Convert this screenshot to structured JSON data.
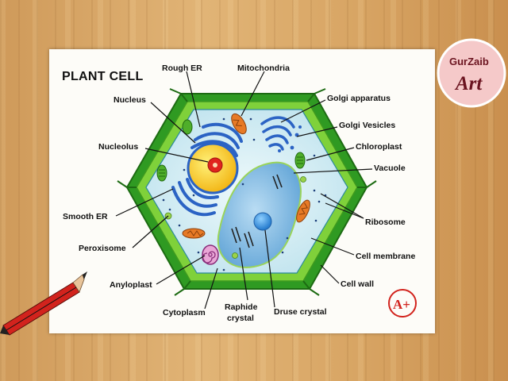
{
  "diagram": {
    "title": "PLANT CELL",
    "labels": {
      "rough_er": "Rough ER",
      "mitochondria": "Mitochondria",
      "nucleus": "Nucleus",
      "golgi_apparatus": "Golgi apparatus",
      "golgi_vesicles": "Golgi Vesicles",
      "nucleolus": "Nucleolus",
      "chloroplast": "Chloroplast",
      "vacuole": "Vacuole",
      "smooth_er": "Smooth ER",
      "ribosome": "Ribosome",
      "peroxisome": "Peroxisome",
      "cell_membrane": "Cell membrane",
      "anyloplast": "Anyloplast",
      "cell_wall": "Cell wall",
      "cytoplasm": "Cytoplasm",
      "raphide_crystal_line1": "Raphide",
      "raphide_crystal_line2": "crystal",
      "druse_crystal": "Druse crystal"
    }
  },
  "watermark": {
    "line1": "GurZaib",
    "line2": "Art"
  },
  "grade_mark": "A+",
  "colors": {
    "cell_wall": "#2f9a22",
    "cell_wall_inner": "#7fd13a",
    "cytoplasm": "#cfeaf2",
    "vacuole": "#6fb0dc",
    "nucleus": "#f7d21a",
    "nucleolus": "#e0241e",
    "er": "#2b63c4",
    "mitochondria": "#e77a26",
    "chloroplast": "#4fae2a",
    "watermark_bg": "#f5c9c9",
    "watermark_text": "#6b1420",
    "grade": "#d2231d"
  }
}
